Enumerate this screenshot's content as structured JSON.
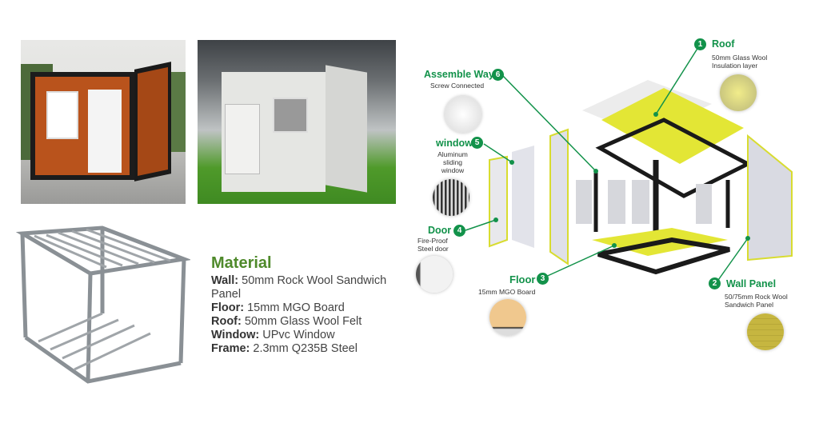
{
  "material": {
    "title": "Material",
    "items": [
      {
        "key": "Wall:",
        "value": " 50mm Rock Wool Sandwich"
      },
      {
        "key": "",
        "value": "Panel"
      },
      {
        "key": "Floor:",
        "value": " 15mm MGO Board"
      },
      {
        "key": "Roof:",
        "value": " 50mm Glass Wool Felt"
      },
      {
        "key": "Window:",
        "value": " UPvc Window"
      },
      {
        "key": "Frame:",
        "value": " 2.3mm Q235B Steel"
      }
    ]
  },
  "diagram": {
    "parts": [
      {
        "num": "1",
        "title": "Roof",
        "desc": "50mm Glass Wool Insulation layer"
      },
      {
        "num": "2",
        "title": "Wall Panel",
        "desc": "50/75mm Rock Wool Sandwich Panel"
      },
      {
        "num": "3",
        "title": "Floor",
        "desc": "15mm MGO Board"
      },
      {
        "num": "4",
        "title": "Door",
        "desc": "Fire-Proof Steel door"
      },
      {
        "num": "5",
        "title": "window",
        "desc": "Aluminum sliding window"
      },
      {
        "num": "6",
        "title": "Assemble Way",
        "desc": "Screw Connected"
      }
    ]
  },
  "colors": {
    "accent": "#12924a",
    "title": "#4f8a2b",
    "insulation": "#e3e635"
  }
}
